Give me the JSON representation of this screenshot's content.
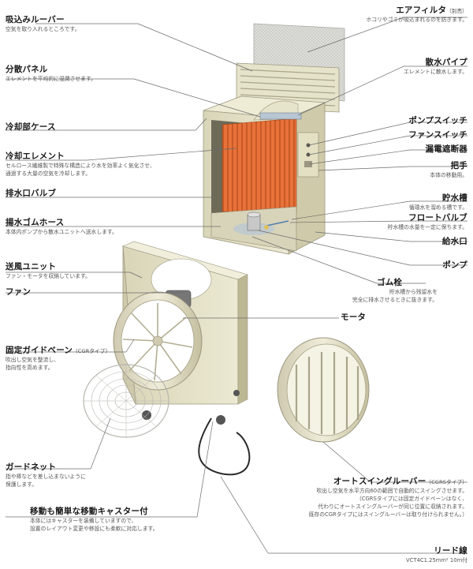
{
  "labels": {
    "intake_louver": {
      "title": "吸込みルーバー",
      "desc": "空気を取り入れるところです。"
    },
    "dispersion_panel": {
      "title": "分散パネル",
      "desc": "エレメントを平均的に湿潤させます。"
    },
    "cooling_case": {
      "title": "冷却部ケース"
    },
    "cooling_element": {
      "title": "冷却エレメント",
      "desc": [
        "セルロース繊維製で特殊な構造により水を効率よく気化させ、",
        "通過する大量の空気を冷却します。"
      ]
    },
    "drain_valve": {
      "title": "排水口バルブ"
    },
    "drain_hose": {
      "title": "揚水ゴムホース",
      "desc": "本体内ポンプから散水ユニットへ送水します。"
    },
    "blower_unit": {
      "title": "送風ユニット",
      "desc": "ファン・モータを収納しています。"
    },
    "fan": {
      "title": "ファン"
    },
    "motor": {
      "title": "モータ"
    },
    "fixed_guide_vane": {
      "title": "固定ガイドベーン",
      "title_note": "（CGRタイプ）",
      "desc": [
        "吹出し空気を整流し、",
        "指向性を高めます。"
      ]
    },
    "guard_net": {
      "title": "ガードネット",
      "desc": [
        "指や棒などを差し込まないように",
        "保護します。"
      ]
    },
    "caster": {
      "title": "移動も簡単な移動キャスター付",
      "desc": [
        "本体にはキャスターを装備していますので、",
        "設置のレイアウト変更や移設にも柔軟に対応します。"
      ]
    },
    "air_filter": {
      "title": "エアフィルタ",
      "title_note": "（別売）",
      "desc": "ホコリやゴミが吸込まれるのを防ぎます。"
    },
    "spray_pipe": {
      "title": "散水パイプ",
      "desc": "エレメントに散水します。"
    },
    "pump_switch": {
      "title": "ポンプスイッチ"
    },
    "fan_switch": {
      "title": "ファンスイッチ"
    },
    "breaker": {
      "title": "漏電遮断器"
    },
    "handle": {
      "title": "把手",
      "desc": "本体の移動用。"
    },
    "water_tank": {
      "title": "貯水槽",
      "desc": "循環水を溜める槽です。"
    },
    "float_valve": {
      "title": "フロートバルブ",
      "desc": "貯水槽の水量を一定に保ちます。"
    },
    "water_inlet": {
      "title": "給水口"
    },
    "pump": {
      "title": "ポンプ"
    },
    "rubber_plug": {
      "title": "ゴム栓",
      "desc": [
        "貯水槽から残留水を",
        "完全に排水させるときに抜きます。"
      ]
    },
    "auto_swing_louver": {
      "title": "オートスイングルーバー",
      "title_note": "（CGRSタイプ）",
      "desc": [
        "吹出し空気を水平方向60の範囲で自動的にスイングさせます。",
        "（CGRSタイプには固定ガイドベーンはなく、",
        "代わりにオートスイングルーバーが同じ位置に収納されます。",
        "既存のCGRタイプにはスイングルーバーは取り付けられません。）"
      ]
    },
    "lead_wire": {
      "title": "リード線",
      "desc": "VCT4C1.25mm² 10m付"
    }
  },
  "colors": {
    "body": "#e4e0c4",
    "body_dark": "#c9c4a4",
    "element": "#e8723a",
    "element_dark": "#b94e1f",
    "filter": "#d7d7d3",
    "accent": "#4f7fb0"
  }
}
